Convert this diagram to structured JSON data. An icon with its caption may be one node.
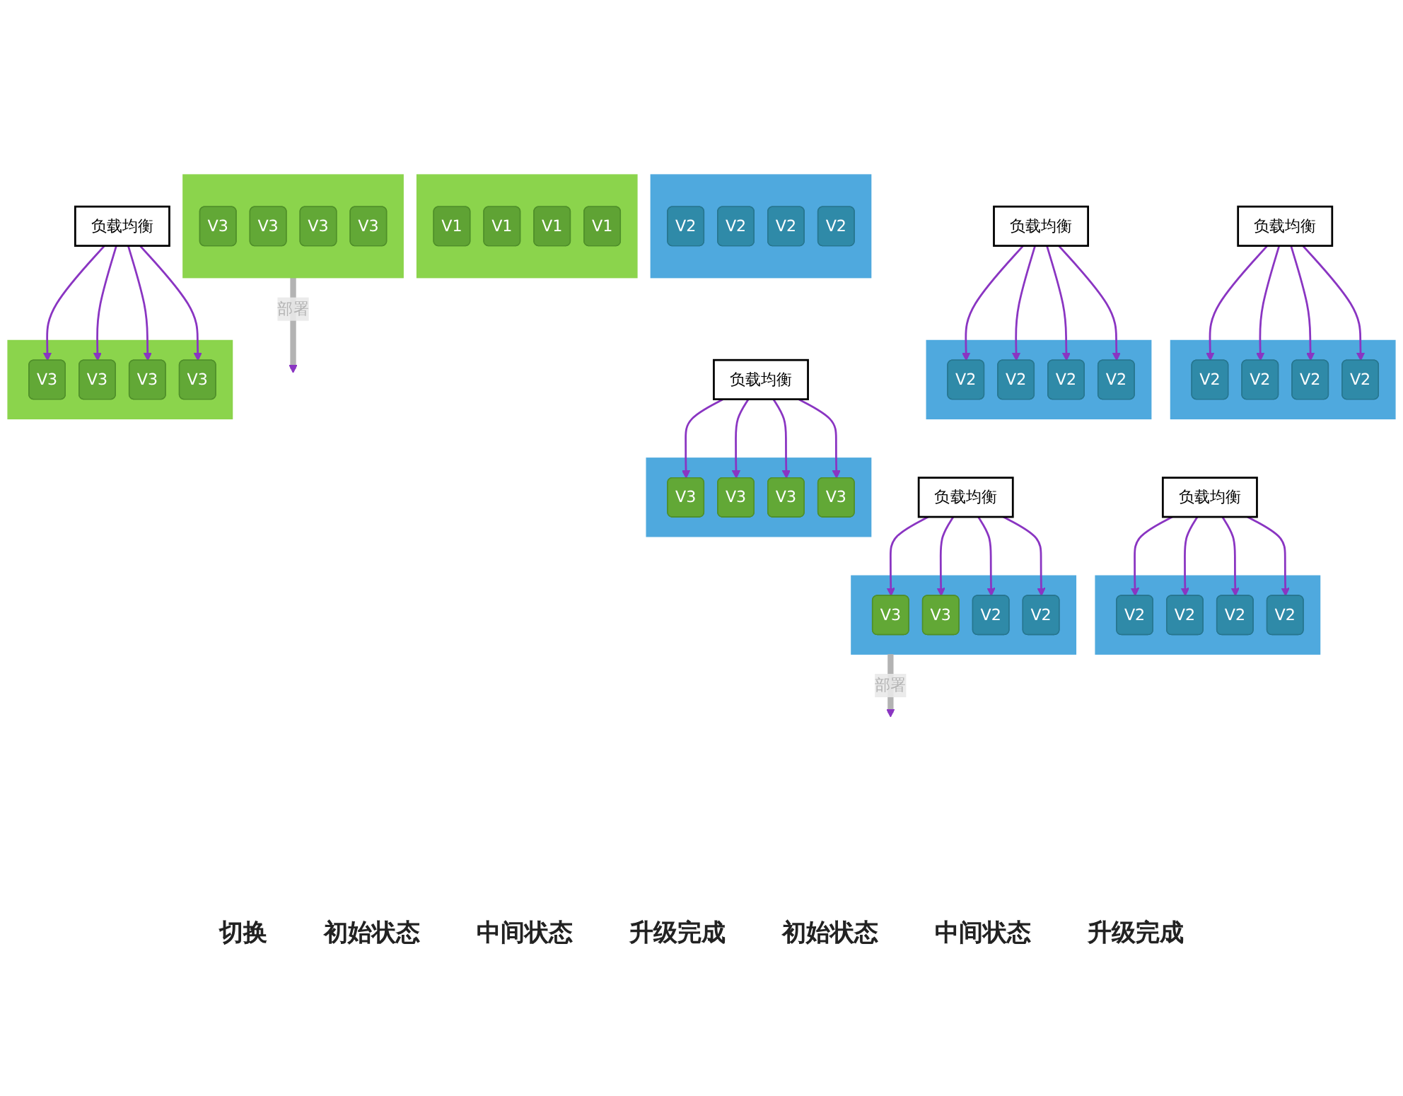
{
  "diagram": {
    "nodes": [
      {
        "text": [
          "负载均衡"
        ]
      },
      {
        "text": [],
        "shape": "box"
      },
      {
        "text": [
          "V1"
        ],
        "in": 1
      },
      {
        "text": [
          "V1"
        ],
        "in": 1
      },
      {
        "text": [
          "V1"
        ],
        "in": 1
      },
      {
        "text": [
          "V1"
        ],
        "in": 1
      },
      {
        "text": [],
        "shape": "box"
      },
      {
        "text": [
          "V2"
        ],
        "in": 6
      },
      {
        "text": [
          "V2"
        ],
        "in": 6
      },
      {
        "text": [
          "V2"
        ],
        "in": 6
      },
      {
        "text": [
          "V2"
        ],
        "in": 6
      },
      {
        "text": [
          "负载均衡"
        ]
      },
      {
        "text": [],
        "shape": "box"
      },
      {
        "text": [
          "V3"
        ],
        "in": 12
      },
      {
        "text": [
          "V3"
        ],
        "in": 12
      },
      {
        "text": [
          "V3"
        ],
        "in": 12
      },
      {
        "text": [
          "V3"
        ],
        "in": 12
      },
      {
        "text": [],
        "shape": "box"
      },
      {
        "text": [
          "V2"
        ],
        "in": 17
      },
      {
        "text": [
          "V2"
        ],
        "in": 17
      },
      {
        "text": [
          "V2"
        ],
        "in": 17
      },
      {
        "text": [
          "V2"
        ],
        "in": 17
      },
      {
        "text": [
          "负载均衡"
        ]
      },
      {
        "text": [],
        "shape": "box"
      },
      {
        "text": [
          "V3"
        ],
        "in": 23
      },
      {
        "text": [
          "V3"
        ],
        "in": 23
      },
      {
        "text": [
          "V3"
        ],
        "in": 23
      },
      {
        "text": [
          "V3"
        ],
        "in": 23
      },
      {
        "text": [],
        "shape": "box"
      },
      {
        "text": [
          "V2"
        ],
        "in": 28
      },
      {
        "text": [
          "V2"
        ],
        "in": 28
      },
      {
        "text": [
          "V2"
        ],
        "in": 28
      },
      {
        "text": [
          "V2"
        ],
        "in": 28
      },
      {
        "text": [
          "负载均衡"
        ]
      },
      {
        "text": [],
        "shape": "box"
      },
      {
        "text": [
          "V2"
        ],
        "in": 34
      },
      {
        "text": [
          "V2"
        ],
        "in": 34
      },
      {
        "text": [
          "V2"
        ],
        "in": 34
      },
      {
        "text": [
          "V2"
        ],
        "in": 34
      },
      {
        "text": [
          "负载均衡"
        ]
      },
      {
        "text": [],
        "shape": "box"
      },
      {
        "text": [
          "V3"
        ],
        "in": 40
      },
      {
        "text": [
          "V3"
        ],
        "in": 40
      },
      {
        "text": [
          "V2"
        ],
        "in": 40
      },
      {
        "text": [
          "V2"
        ],
        "in": 40
      },
      {
        "text": [
          "负载均衡"
        ]
      },
      {
        "text": [],
        "shape": "box"
      },
      {
        "text": [
          "V3"
        ],
        "in": 46
      },
      {
        "text": [
          "V3"
        ],
        "in": 46
      },
      {
        "text": [
          "V3"
        ],
        "in": 46
      },
      {
        "text": [
          "V3"
        ],
        "in": 46
      }
    ],
    "edges": [
      {
        "from": 0,
        "to": 7,
        "arrow": "to"
      },
      {
        "from": 0,
        "to": 8,
        "arrow": "to"
      },
      {
        "from": 0,
        "to": 9,
        "arrow": "to"
      },
      {
        "from": 0,
        "to": 10,
        "arrow": "to"
      },
      {
        "from": 12,
        "to": null,
        "arrow": "to",
        "label": "部署",
        "style": "thick",
        "color": "#b3b3b3"
      },
      {
        "from": 11,
        "to": 18,
        "arrow": "to"
      },
      {
        "from": 11,
        "to": 19,
        "arrow": "to"
      },
      {
        "from": 11,
        "to": 20,
        "arrow": "to"
      },
      {
        "from": 11,
        "to": 21,
        "arrow": "to"
      },
      {
        "from": 22,
        "to": 24,
        "arrow": "to"
      },
      {
        "from": 22,
        "to": 25,
        "arrow": "to"
      },
      {
        "from": 22,
        "to": 26,
        "arrow": "to"
      },
      {
        "from": 22,
        "to": 27,
        "arrow": "to"
      },
      {
        "from": 33,
        "to": 35,
        "arrow": "to"
      },
      {
        "from": 33,
        "to": 36,
        "arrow": "to"
      },
      {
        "from": 33,
        "to": 37,
        "arrow": "to"
      },
      {
        "from": 33,
        "to": 38,
        "arrow": "to"
      },
      {
        "from": 40,
        "to": null,
        "arrow": "to",
        "label": "部署",
        "style": "thick",
        "color": "#b3b3b3"
      },
      {
        "from": 39,
        "to": 41,
        "arrow": "to"
      },
      {
        "from": 39,
        "to": 42,
        "arrow": "to"
      },
      {
        "from": 39,
        "to": 43,
        "arrow": "to"
      },
      {
        "from": 39,
        "to": 44,
        "arrow": "to"
      },
      {
        "from": 45,
        "to": 47,
        "arrow": "to"
      },
      {
        "from": 45,
        "to": 48,
        "arrow": "to"
      },
      {
        "from": 45,
        "to": 49,
        "arrow": "to"
      },
      {
        "from": 45,
        "to": 50,
        "arrow": "to"
      }
    ],
    "labels": [
      "切换",
      "初始状态",
      "中间状态",
      "升级完成",
      "初始状态",
      "中间状态",
      "升级完成"
    ]
  }
}
